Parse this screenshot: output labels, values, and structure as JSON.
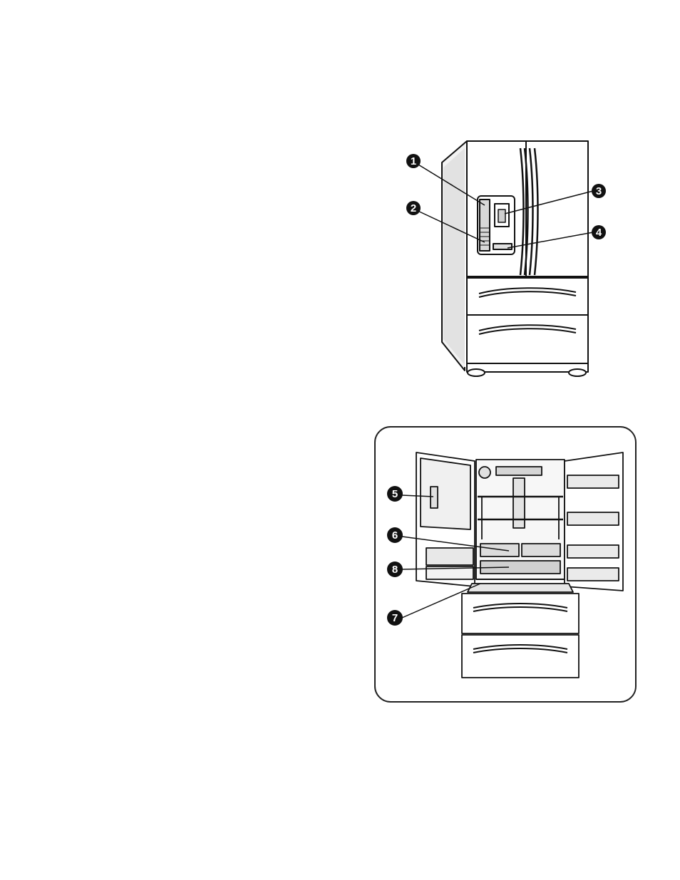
{
  "figure_closed": {
    "name": "refrigerator-exterior",
    "callouts": [
      {
        "id": "c1",
        "label": "1"
      },
      {
        "id": "c2",
        "label": "2"
      },
      {
        "id": "c3",
        "label": "3"
      },
      {
        "id": "c4",
        "label": "4"
      }
    ]
  },
  "figure_open": {
    "name": "refrigerator-interior",
    "callouts": [
      {
        "id": "c5",
        "label": "5"
      },
      {
        "id": "c6",
        "label": "6"
      },
      {
        "id": "c8",
        "label": "8"
      },
      {
        "id": "c7",
        "label": "7"
      }
    ]
  },
  "colors": {
    "line": "#111111",
    "shade": "#cfcfcf",
    "panel_border": "#222222",
    "callout_fill": "#111111",
    "callout_text": "#ffffff"
  }
}
